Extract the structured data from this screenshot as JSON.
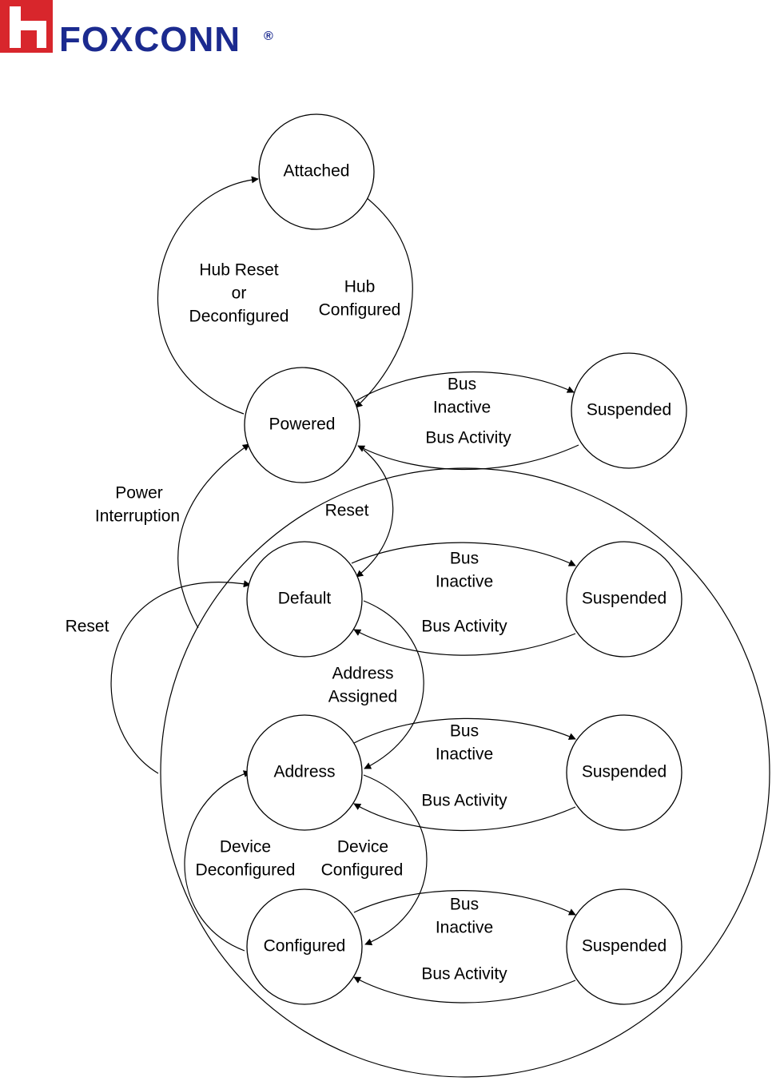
{
  "logo": {
    "wordmark": "FOXCONN",
    "registered_mark": "®",
    "mark_color": "#d8262c",
    "text_color": "#1b2a8f"
  },
  "states": {
    "attached": "Attached",
    "powered": "Powered",
    "default": "Default",
    "address": "Address",
    "configured": "Configured",
    "suspended_1": "Suspended",
    "suspended_2": "Suspended",
    "suspended_3": "Suspended",
    "suspended_4": "Suspended"
  },
  "transitions": {
    "hub_reset": [
      "Hub Reset",
      "or",
      "Deconfigured"
    ],
    "hub_configured": [
      "Hub",
      "Configured"
    ],
    "power_interruption": [
      "Power",
      "Interruption"
    ],
    "reset_outer": "Reset",
    "reset_inner": "Reset",
    "address_assigned": [
      "Address",
      "Assigned"
    ],
    "device_deconfigured": [
      "Device",
      "Deconfigured"
    ],
    "device_configured": [
      "Device",
      "Configured"
    ],
    "bus_inactive": [
      "Bus",
      "Inactive"
    ],
    "bus_activity": "Bus Activity"
  }
}
